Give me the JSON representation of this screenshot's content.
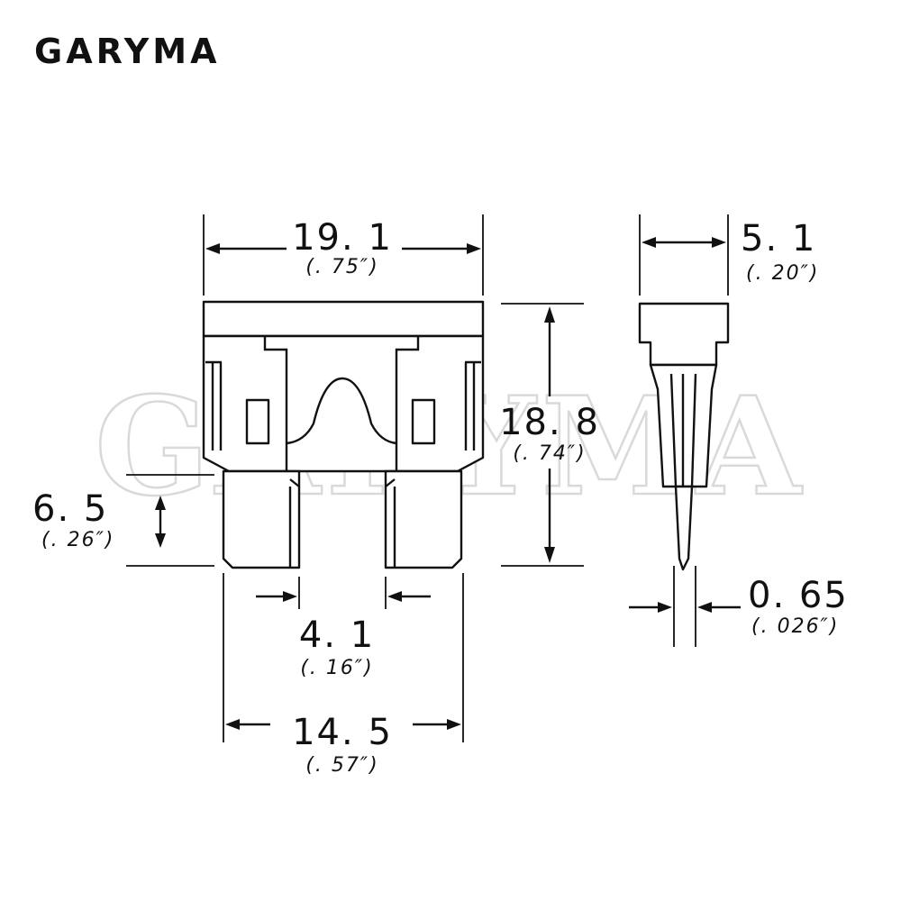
{
  "brand": {
    "logo": "GARYMA",
    "watermark": "GARYMA"
  },
  "dimensions": {
    "width_top": {
      "mm": "19. 1",
      "in": "(. 75″)"
    },
    "height": {
      "mm": "18. 8",
      "in": "(. 74″)"
    },
    "thickness": {
      "mm": "5. 1",
      "in": "(. 20″)"
    },
    "blade_length": {
      "mm": "6. 5",
      "in": "(. 26″)"
    },
    "blade_gap": {
      "mm": "4. 1",
      "in": "(. 16″)"
    },
    "blade_span": {
      "mm": "14. 5",
      "in": "(. 57″)"
    },
    "blade_thickness": {
      "mm": "0. 65",
      "in": "(. 026″)"
    }
  }
}
